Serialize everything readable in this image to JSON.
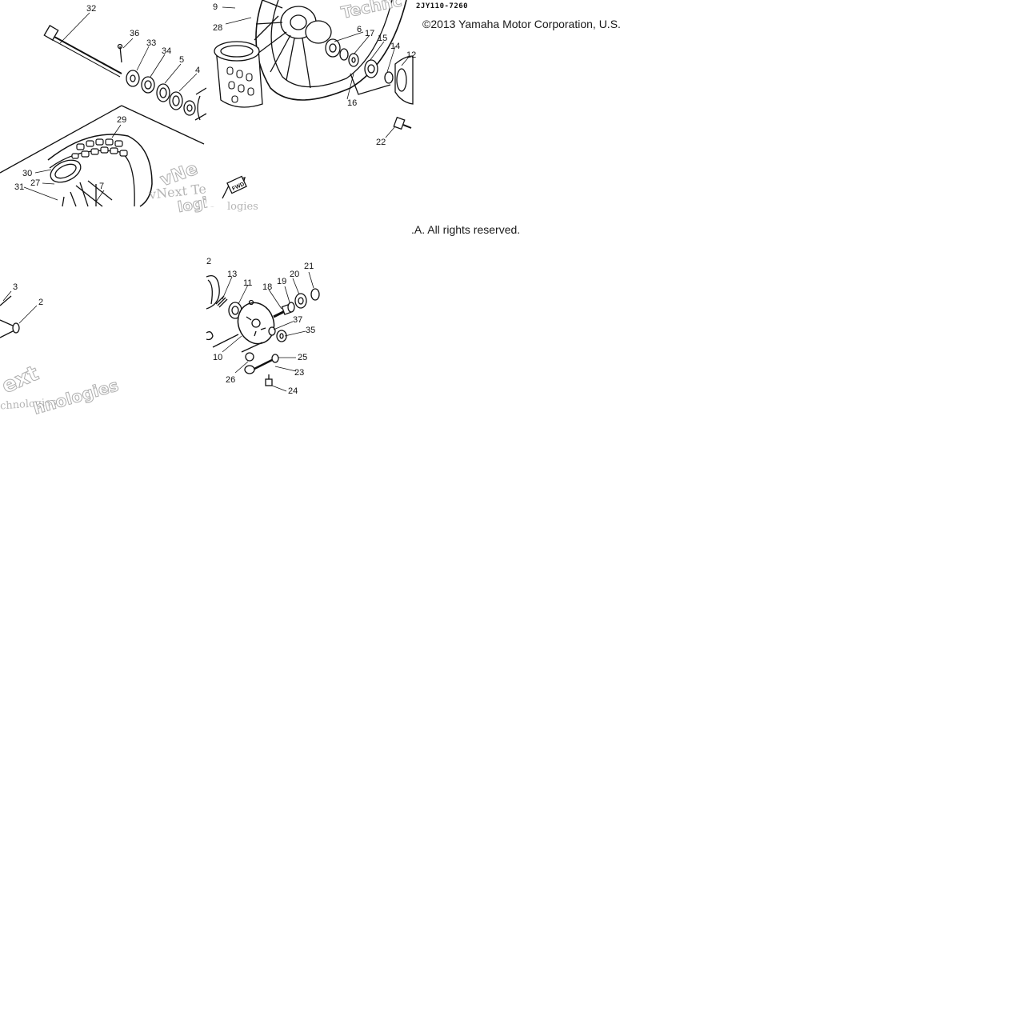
{
  "captions": {
    "part_code": "2JY110-7260",
    "copyright_line1": "©2013 Yamaha Motor Corporation, U.S.",
    "copyright_line2": ".A. All rights reserved.",
    "fwd_label": "FWD"
  },
  "watermark": {
    "tile1_a": "vNext Te",
    "tile1_b": "vNe",
    "tile1_c": "logies",
    "tile2_a": "Technc",
    "tile2_b": "logies",
    "tile3_a": "ext",
    "tile3_b": "chnologies",
    "tile3_c": "hnologies"
  },
  "callouts": {
    "tile1": [
      "32",
      "36",
      "33",
      "34",
      "5",
      "4",
      "29",
      "30",
      "27",
      "31",
      "7"
    ],
    "tile2": [
      "9",
      "28",
      "6",
      "17",
      "15",
      "14",
      "12",
      "16",
      "22"
    ],
    "tile3": [
      "3",
      "2"
    ],
    "tile4": [
      "2",
      "13",
      "11",
      "18",
      "19",
      "20",
      "21",
      "37",
      "35",
      "10",
      "25",
      "23",
      "26",
      "24"
    ]
  },
  "colors": {
    "ink": "#111111",
    "watermark": "#8c8c8c",
    "paper": "#ffffff"
  }
}
